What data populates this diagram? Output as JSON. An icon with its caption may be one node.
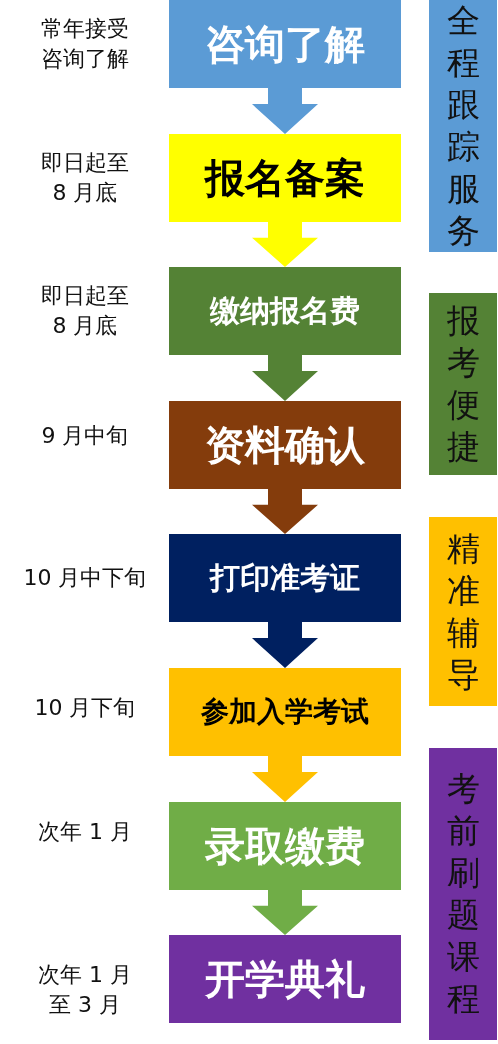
{
  "diagram": {
    "nodes": [
      {
        "text": [
          "咨询了解"
        ],
        "beside": [
          "常年接受咨询了解"
        ]
      },
      {
        "text": [
          "报名备案"
        ],
        "beside": [
          "即日起至8 月底"
        ]
      },
      {
        "text": [
          "缴纳报名费"
        ],
        "beside": [
          "即日起至8 月底"
        ]
      },
      {
        "text": [
          "资料确认"
        ],
        "beside": [
          "9 月中旬"
        ]
      },
      {
        "text": [
          "打印准考证"
        ],
        "beside": [
          "10 月中下旬"
        ]
      },
      {
        "text": [
          "参加入学考试"
        ],
        "beside": [
          "10 月下旬"
        ]
      },
      {
        "text": [
          "录取缴费"
        ],
        "beside": [
          "次年 1 月"
        ]
      },
      {
        "text": [
          "开学典礼"
        ],
        "beside": [
          "次年 1 月至 3 月"
        ]
      },
      {
        "text": [
          "全程跟踪服务"
        ]
      },
      {
        "text": [
          "报考便捷"
        ]
      },
      {
        "text": [
          "精准辅导"
        ]
      },
      {
        "text": [
          "考前刷题课程"
        ]
      }
    ],
    "edges": [
      {
        "from": 0,
        "to": 1,
        "arrow": "to",
        "color": "#5b9bd5"
      },
      {
        "from": 1,
        "to": 2,
        "arrow": "to",
        "color": "#ffff00"
      },
      {
        "from": 2,
        "to": 3,
        "arrow": "to",
        "color": "#548235"
      },
      {
        "from": 3,
        "to": 4,
        "arrow": "to",
        "color": "#843c0c"
      },
      {
        "from": 4,
        "to": 5,
        "arrow": "to",
        "color": "#002060"
      },
      {
        "from": 5,
        "to": 6,
        "arrow": "to",
        "color": "#ffc000"
      },
      {
        "from": 6,
        "to": 7,
        "arrow": "to",
        "color": "#70ad47"
      }
    ]
  }
}
